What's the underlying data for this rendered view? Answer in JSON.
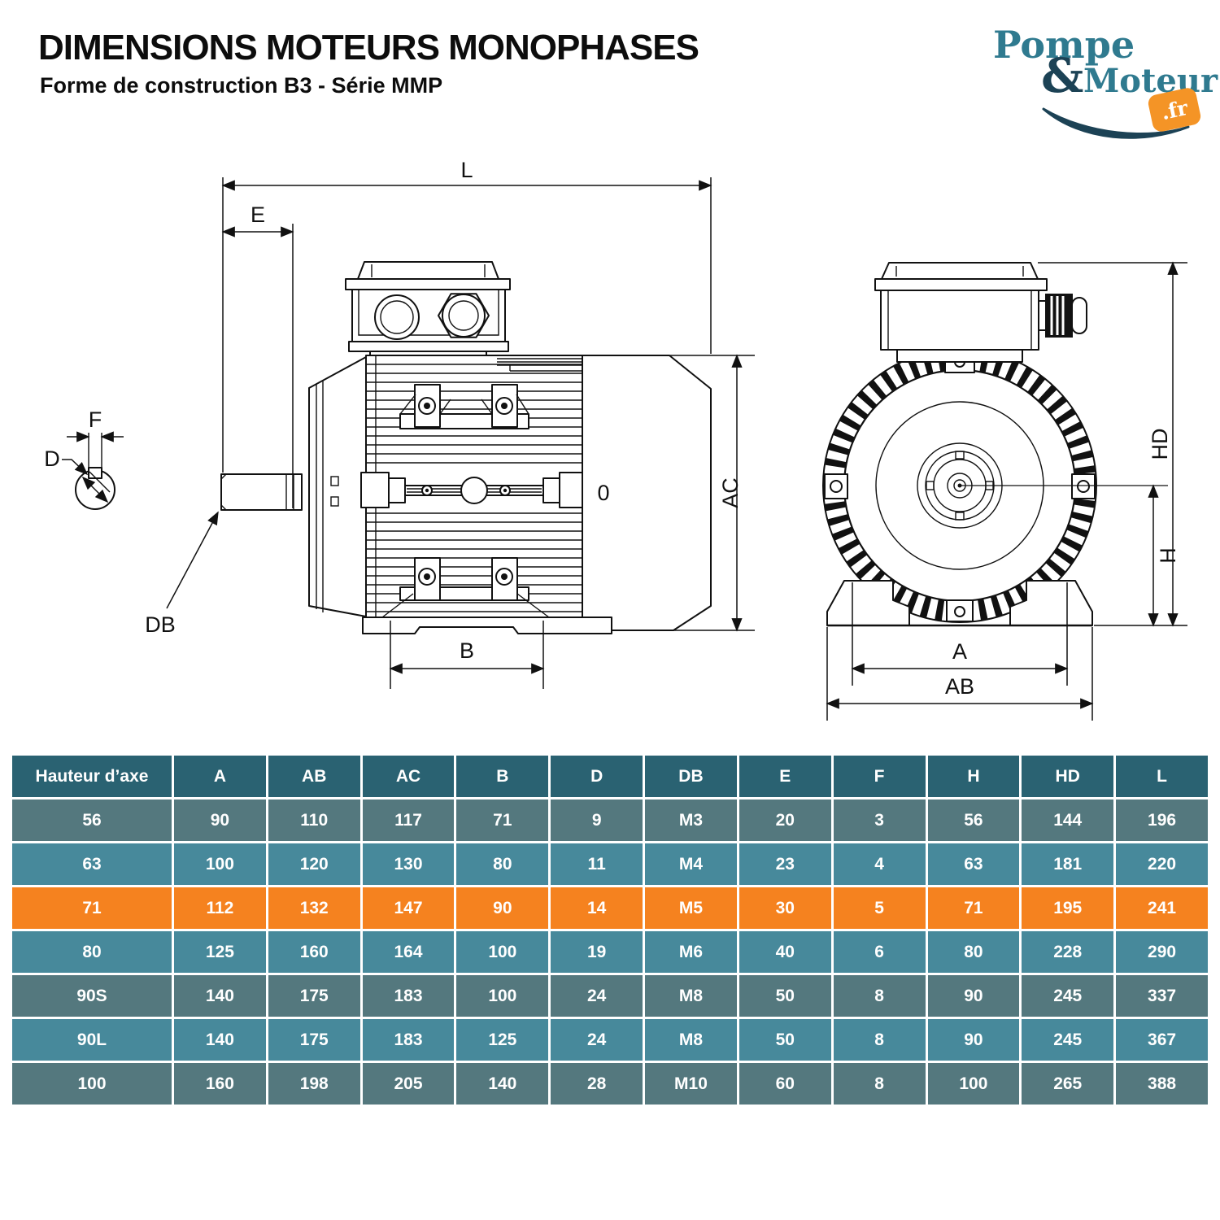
{
  "header": {
    "title": "DIMENSIONS MOTEURS MONOPHASES",
    "subtitle": "Forme de construction B3 - Série MMP"
  },
  "logo": {
    "word1": "Pompe",
    "amp": "&",
    "word2": "Moteur",
    "tld": ".fr",
    "teal": "#2F7A8F",
    "navy": "#1C4255",
    "orange": "#F49426"
  },
  "side_view": {
    "labels": {
      "L": "L",
      "E": "E",
      "AC": "AC",
      "B": "B",
      "DB": "DB",
      "D": "D",
      "F": "F",
      "zero": "0"
    }
  },
  "front_view": {
    "labels": {
      "HD": "HD",
      "H": "H",
      "A": "A",
      "AB": "AB"
    }
  },
  "table": {
    "columns": [
      "Hauteur d’axe",
      "A",
      "AB",
      "AC",
      "B",
      "D",
      "DB",
      "E",
      "F",
      "H",
      "HD",
      "L"
    ],
    "rows": [
      {
        "variant": "dark",
        "cells": [
          "56",
          "90",
          "110",
          "117",
          "71",
          "9",
          "M3",
          "20",
          "3",
          "56",
          "144",
          "196"
        ]
      },
      {
        "variant": "light",
        "cells": [
          "63",
          "100",
          "120",
          "130",
          "80",
          "11",
          "M4",
          "23",
          "4",
          "63",
          "181",
          "220"
        ]
      },
      {
        "variant": "accent",
        "cells": [
          "71",
          "112",
          "132",
          "147",
          "90",
          "14",
          "M5",
          "30",
          "5",
          "71",
          "195",
          "241"
        ]
      },
      {
        "variant": "light",
        "cells": [
          "80",
          "125",
          "160",
          "164",
          "100",
          "19",
          "M6",
          "40",
          "6",
          "80",
          "228",
          "290"
        ]
      },
      {
        "variant": "dark",
        "cells": [
          "90S",
          "140",
          "175",
          "183",
          "100",
          "24",
          "M8",
          "50",
          "8",
          "90",
          "245",
          "337"
        ]
      },
      {
        "variant": "light",
        "cells": [
          "90L",
          "140",
          "175",
          "183",
          "125",
          "24",
          "M8",
          "50",
          "8",
          "90",
          "245",
          "367"
        ]
      },
      {
        "variant": "dark",
        "cells": [
          "100",
          "160",
          "198",
          "205",
          "140",
          "28",
          "M10",
          "60",
          "8",
          "100",
          "265",
          "388"
        ]
      }
    ],
    "colors": {
      "header": "#2A6272",
      "row_dark": "#54787E",
      "row_light": "#47899B",
      "row_accent": "#F5821F",
      "border": "#FFFFFF",
      "text": "#FFFFFF"
    }
  }
}
